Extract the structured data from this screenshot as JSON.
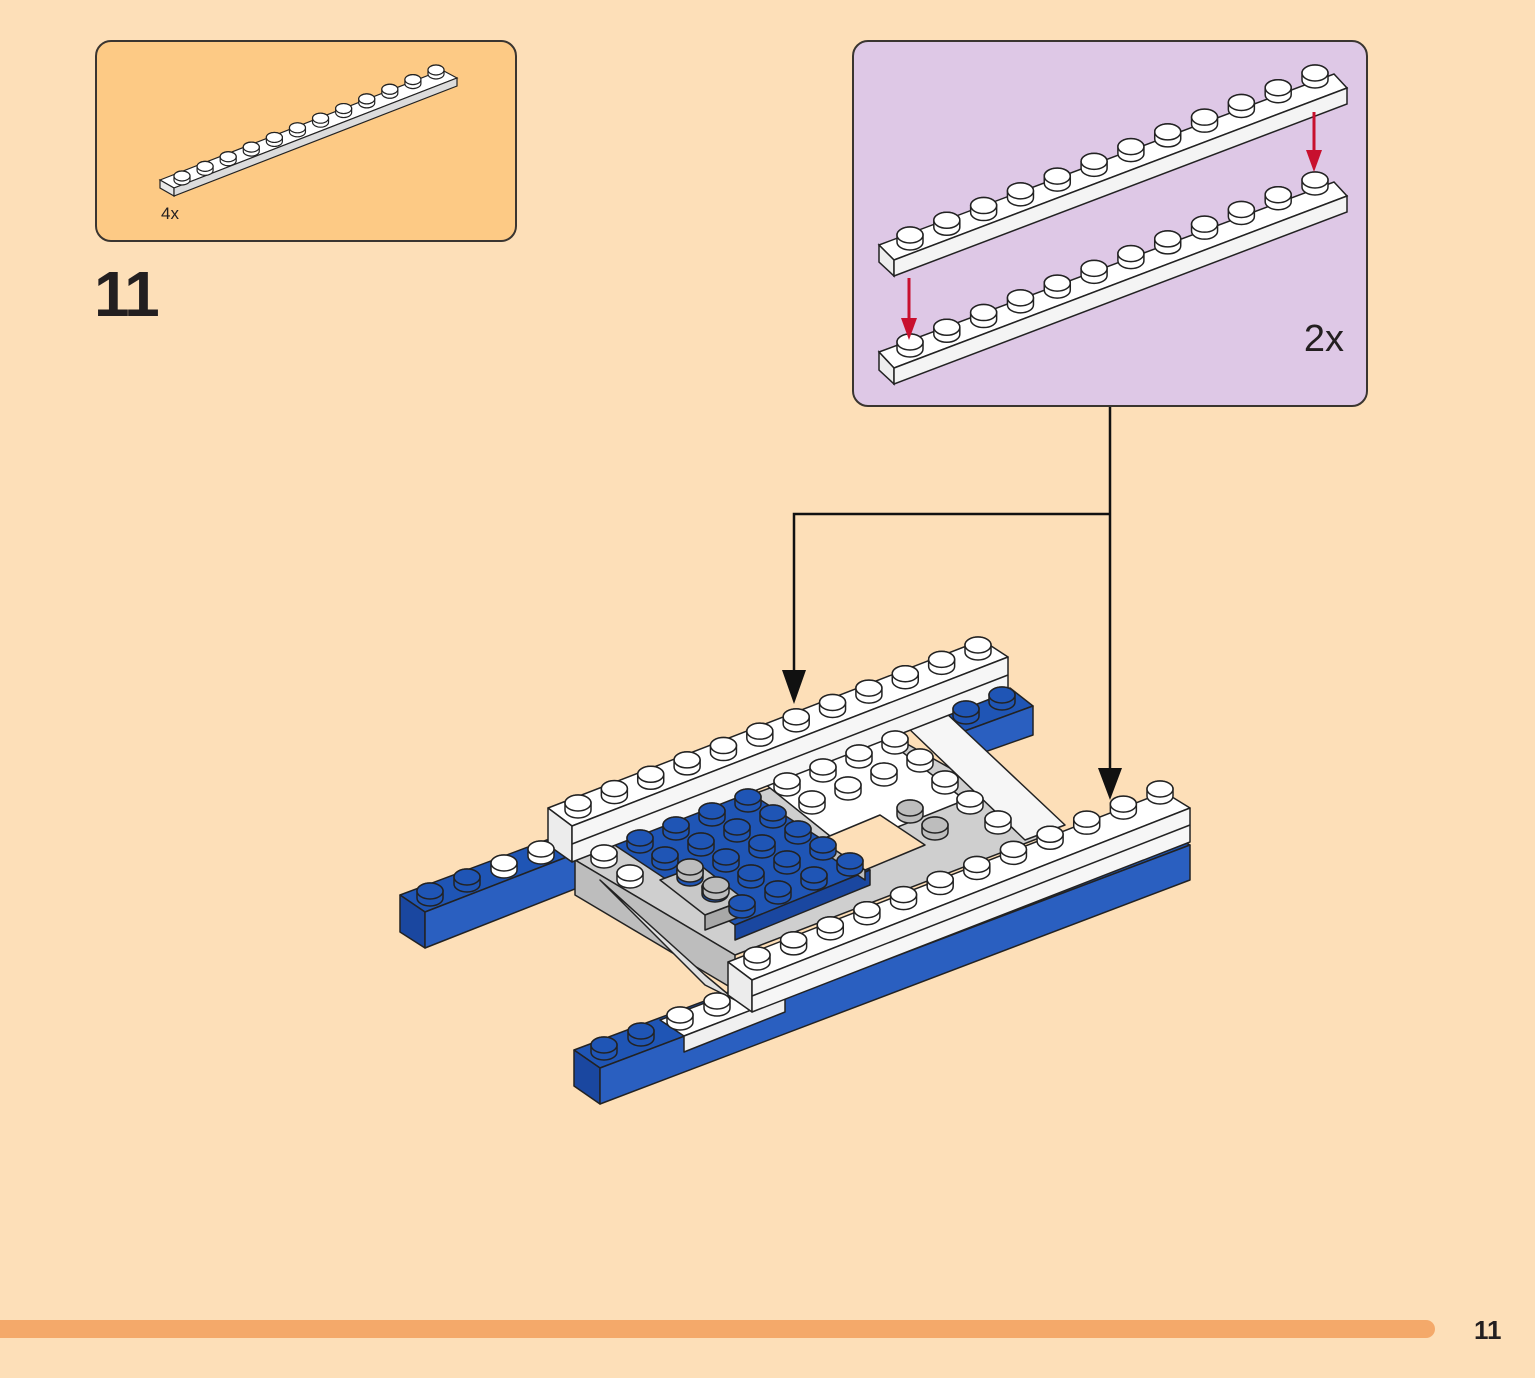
{
  "parts_list": {
    "quantity": "4x",
    "part_icon": "white-1x12-plate"
  },
  "step": {
    "number": "11"
  },
  "submodel": {
    "quantity": "2x",
    "part_icon": "stacked-white-plates",
    "arrow_color": "#C8102E"
  },
  "colors": {
    "page_background": "#FDDFB8",
    "parts_box": "#FDCA85",
    "submodel_box": "#DEC8E6",
    "brick_white": "#FFFFFF",
    "brick_blue": "#1F55B5",
    "brick_gray": "#BDBDBD",
    "footer_bar": "#F4A96A"
  },
  "footer": {
    "page_number": "11"
  }
}
